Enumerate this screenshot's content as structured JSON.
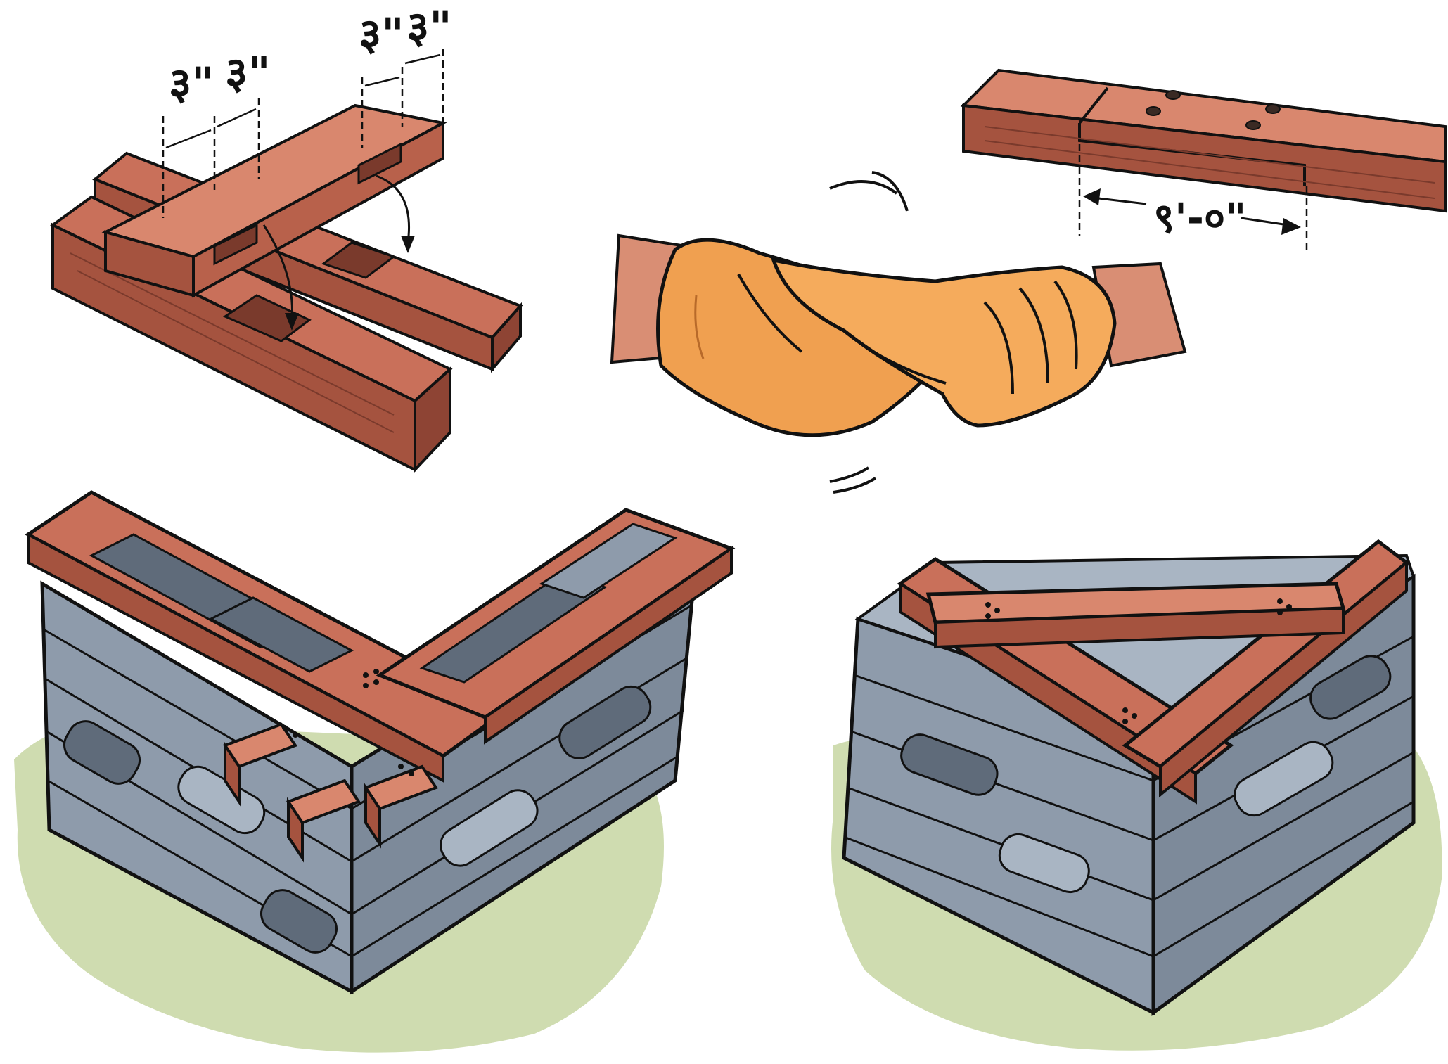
{
  "colors": {
    "timber": "#c9705a",
    "timber_dark": "#9a4a38",
    "timber_light": "#d9876e",
    "stone": "#8e9bab",
    "stone_dark": "#5f6b7a",
    "stone_light": "#a9b5c3",
    "grass": "#cfdcb0",
    "glove": "#f0a050",
    "skin": "#d98e74",
    "ink": "#111111"
  },
  "panels": {
    "halving_joint": {
      "dims": [
        "३\"",
        "३\"",
        "३\"",
        "३\""
      ]
    },
    "lap_splice": {
      "length": "९'-०\""
    },
    "handshake": {},
    "corner_ladder": {},
    "corner_diagonal": {}
  }
}
